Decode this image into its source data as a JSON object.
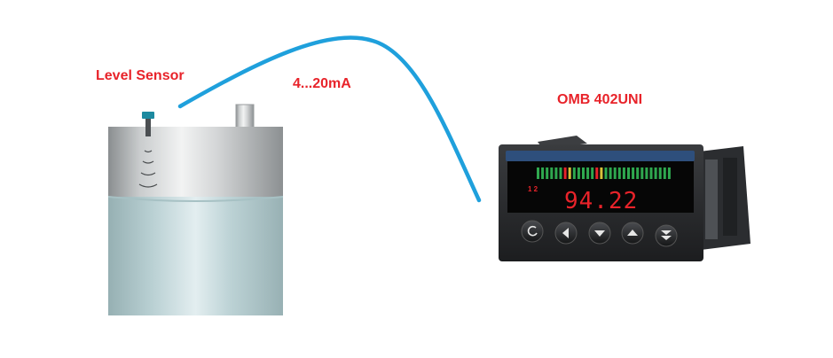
{
  "labels": {
    "sensor": "Level Sensor",
    "signal": "4...20mA",
    "device": "OMB 402UNI"
  },
  "display": {
    "reading": "94.22",
    "channels": "1 2"
  },
  "bargraph": {
    "segments": 30,
    "lit_red_segments": [
      6,
      13
    ],
    "lit_yellow_segments": [
      7,
      14
    ]
  },
  "colors": {
    "label": "#e8232a",
    "cable": "#1fa0dc",
    "digits": "#e8232a",
    "bar_green": "#2fa84f",
    "bar_red": "#e8232a",
    "bar_yellow": "#d9c13a",
    "liquid": "#b7d0d3"
  },
  "icons": [
    "enter-icon",
    "arrow-left-icon",
    "arrow-down-icon",
    "arrow-up-icon",
    "double-arrow-down-icon"
  ]
}
